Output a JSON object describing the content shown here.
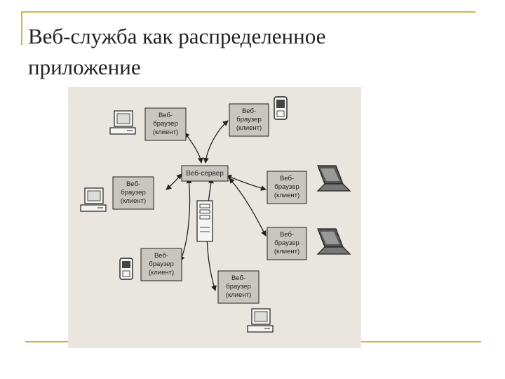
{
  "slide": {
    "title_line1": "Веб-служба как распределенное",
    "title_line2": "приложение"
  },
  "diagram": {
    "server_label": "Веб-сервер",
    "client_line1": "Веб-",
    "client_line2": "браузер",
    "client_line3": "(клиент)",
    "clients": [
      {
        "id": "top-left",
        "device": "desktop-computer-icon"
      },
      {
        "id": "top-right",
        "device": "mobile-phone-icon"
      },
      {
        "id": "middle-left",
        "device": "desktop-computer-icon"
      },
      {
        "id": "middle-right",
        "device": "laptop-icon"
      },
      {
        "id": "lower-right",
        "device": "laptop-icon"
      },
      {
        "id": "bottom-left",
        "device": "mobile-phone-icon"
      },
      {
        "id": "bottom-center",
        "device": "desktop-computer-icon"
      }
    ]
  },
  "colors": {
    "accent_rule": "#d6b24a",
    "box_fill": "#c9c6c0",
    "ink": "#222222"
  }
}
